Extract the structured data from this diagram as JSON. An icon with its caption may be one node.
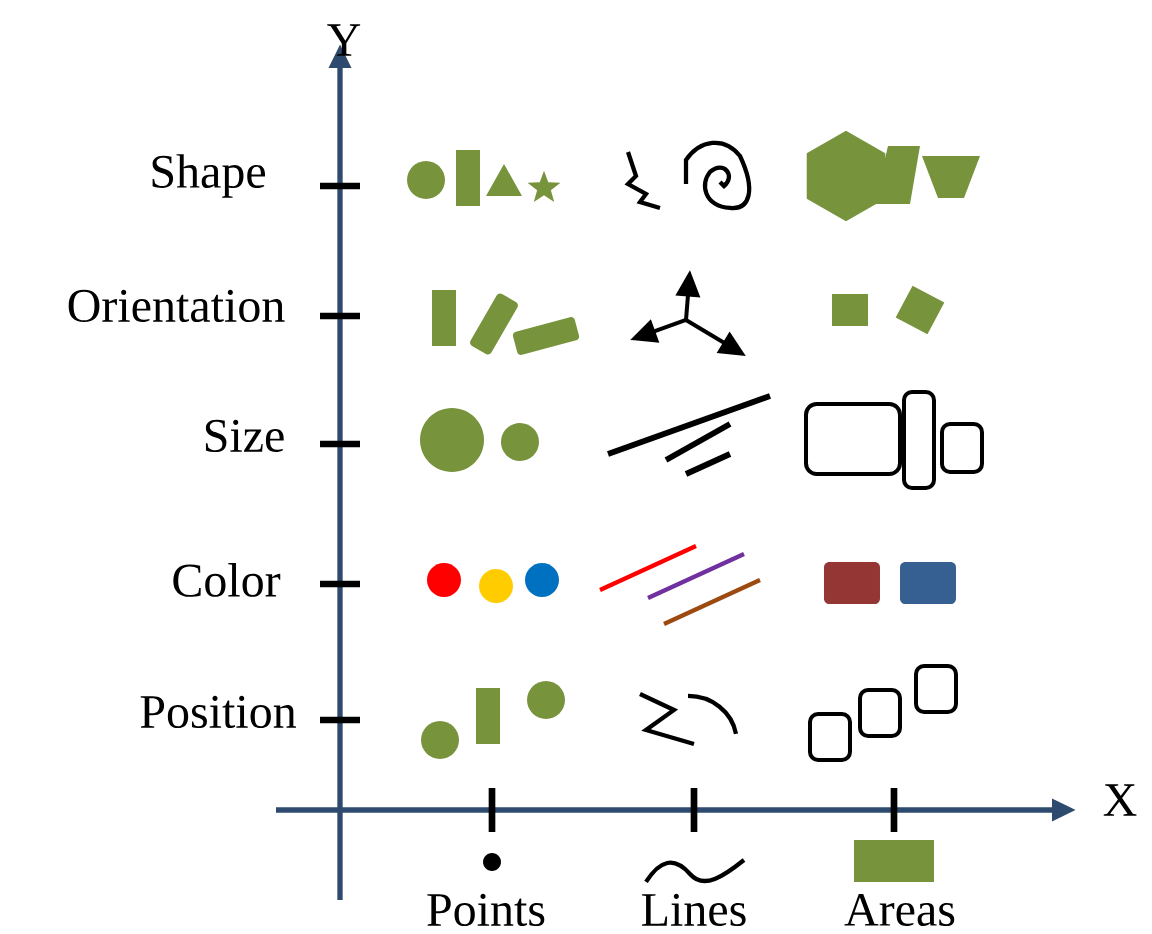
{
  "diagram": {
    "labels": [
      "Y",
      "Shape",
      "Orientation",
      "Size",
      "Color",
      "Position",
      "X",
      "Points",
      "Lines",
      "Areas"
    ]
  }
}
